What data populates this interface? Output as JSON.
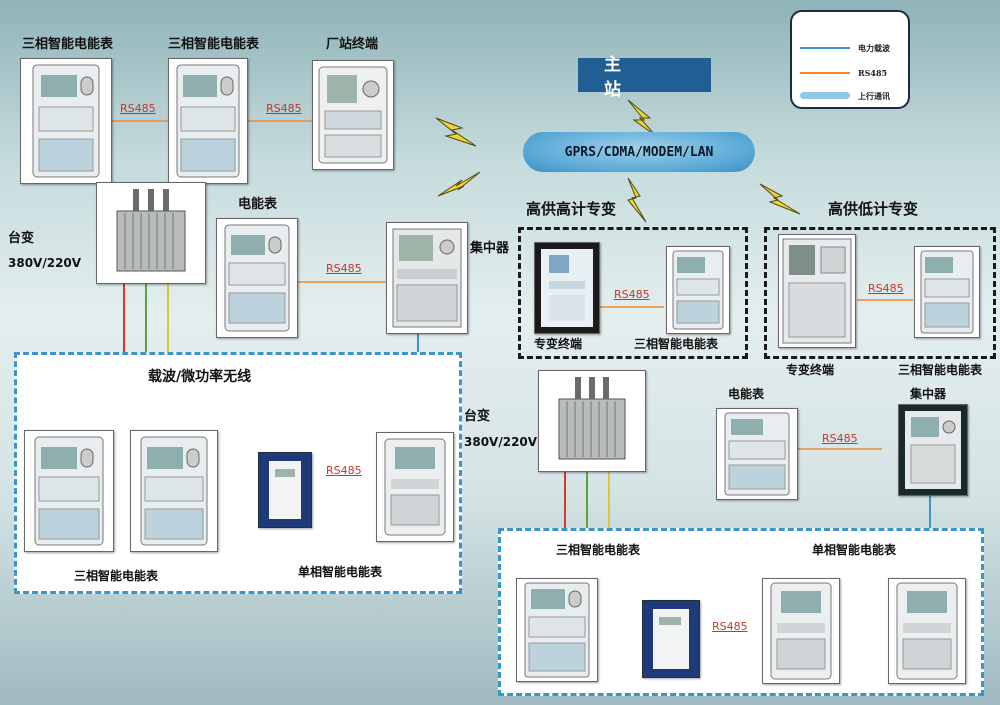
{
  "master_station": "主  站",
  "network": "GPRS/CDMA/MODEM/LAN",
  "legend": {
    "items": [
      {
        "label": "电力载波",
        "color": "#3a95c8"
      },
      {
        "label": "RS485",
        "color": "#f08a2a"
      },
      {
        "label": "上行通讯",
        "color": "#8fc8e8"
      }
    ]
  },
  "top_left": {
    "meter1_label": "三相智能电能表",
    "meter2_label": "三相智能电能表",
    "plant_terminal_label": "厂站终端"
  },
  "transformer1": {
    "label": "台变",
    "voltage": "380V/220V"
  },
  "meter_label": "电能表",
  "concentrator_label": "集中器",
  "rs485": "RS485",
  "carrier_box": {
    "title": "载波/微功率无线",
    "three_phase_label": "三相智能电能表",
    "single_phase_label": "单相智能电能表"
  },
  "hv_high": {
    "title": "高供高计专变",
    "terminal_label": "专变终端",
    "meter_label": "三相智能电能表"
  },
  "hv_low": {
    "title": "高供低计专变",
    "terminal_label": "专变终端",
    "meter_label": "三相智能电能表"
  },
  "transformer2": {
    "label": "台变",
    "voltage": "380V/220V"
  },
  "right": {
    "meter_label": "电能表",
    "concentrator_label": "集中器"
  },
  "bottom_right_box": {
    "three_phase_label": "三相智能电能表",
    "single_phase_label": "单相智能电能表"
  }
}
